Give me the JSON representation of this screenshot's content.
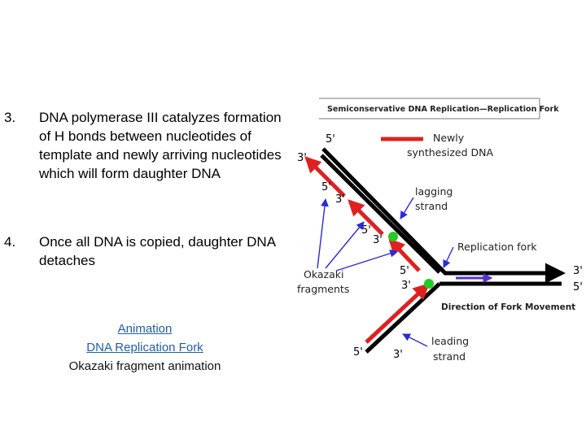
{
  "list": [
    {
      "number": "3.",
      "text": " DNA polymerase III catalyzes formation of H bonds between nucleotides of template and newly arriving nucleotides which will form daughter DNA"
    },
    {
      "number": "4.",
      "text": "Once all DNA is copied, daughter DNA detaches"
    }
  ],
  "links": {
    "animation": "Animation",
    "replication_fork": "DNA Replication Fork",
    "okazaki": "Okazaki fragment animation"
  },
  "figure": {
    "title": "Semiconservative DNA Replication—Replication Fork",
    "labels": {
      "newly": "Newly",
      "synthesized_dna": "synthesized DNA",
      "lagging": "lagging",
      "strand_lagging": "strand",
      "replication_fork": "Replication fork",
      "okazaki": "Okazaki",
      "fragments": "fragments",
      "direction": "Direction of Fork Movement",
      "leading": "leading",
      "strand_leading": "strand"
    },
    "end_labels": {
      "legend_5": "5'",
      "top_3": "3'",
      "frag1_5": "5'",
      "frag1_3": "3'",
      "frag2_5": "5'",
      "frag2_3": "3'",
      "mid_5": "5'",
      "mid_3": "3'",
      "right_3": "3'",
      "right_5": "5'",
      "bottom_5": "5'",
      "bottom_3": "3'"
    },
    "colors": {
      "template": "#000000",
      "new_strand": "#e02020",
      "primase_dot": "#22cc22",
      "direction_arrow": "#5533cc",
      "pointer_arrows": "#2a2ad8",
      "title_border": "#777777"
    }
  }
}
